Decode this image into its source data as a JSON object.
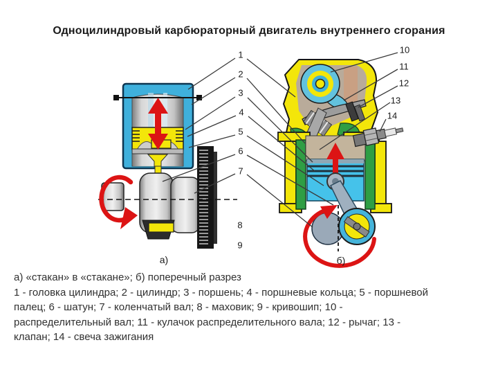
{
  "title": "Одноцилиндровый карбюраторный двигатель внутреннего сгорания",
  "figure": {
    "callouts": [
      "1",
      "2",
      "3",
      "4",
      "5",
      "6",
      "7",
      "8",
      "9",
      "10",
      "11",
      "12",
      "13",
      "14"
    ],
    "sublabel_a": "а)",
    "sublabel_b": "б)",
    "colors": {
      "arrow_red": "#dc1414",
      "cup_blue": "#3fb0dc",
      "part_yellow": "#f3e60a",
      "liner_green": "#2f9e44",
      "piston_cyan": "#45c2ea",
      "cam_blue": "#62c2de",
      "metal_grey": "#b9b9b9",
      "flywheel_black": "#161616"
    }
  },
  "caption": {
    "lines": [
      "а) «стакан» в «стакане»; б) поперечный разрез",
      "1 - головка цилиндра; 2 - цилиндр; 3 - поршень; 4 - поршневые кольца; 5 - поршневой",
      "палец; 6 - шатун; 7 - коленчатый вал; 8 - маховик; 9 - кривошип; 10 -",
      "распределительный вал; 11 - кулачок распределительного вала; 12 - рычаг; 13 -",
      "клапан; 14 - свеча зажигания"
    ]
  }
}
